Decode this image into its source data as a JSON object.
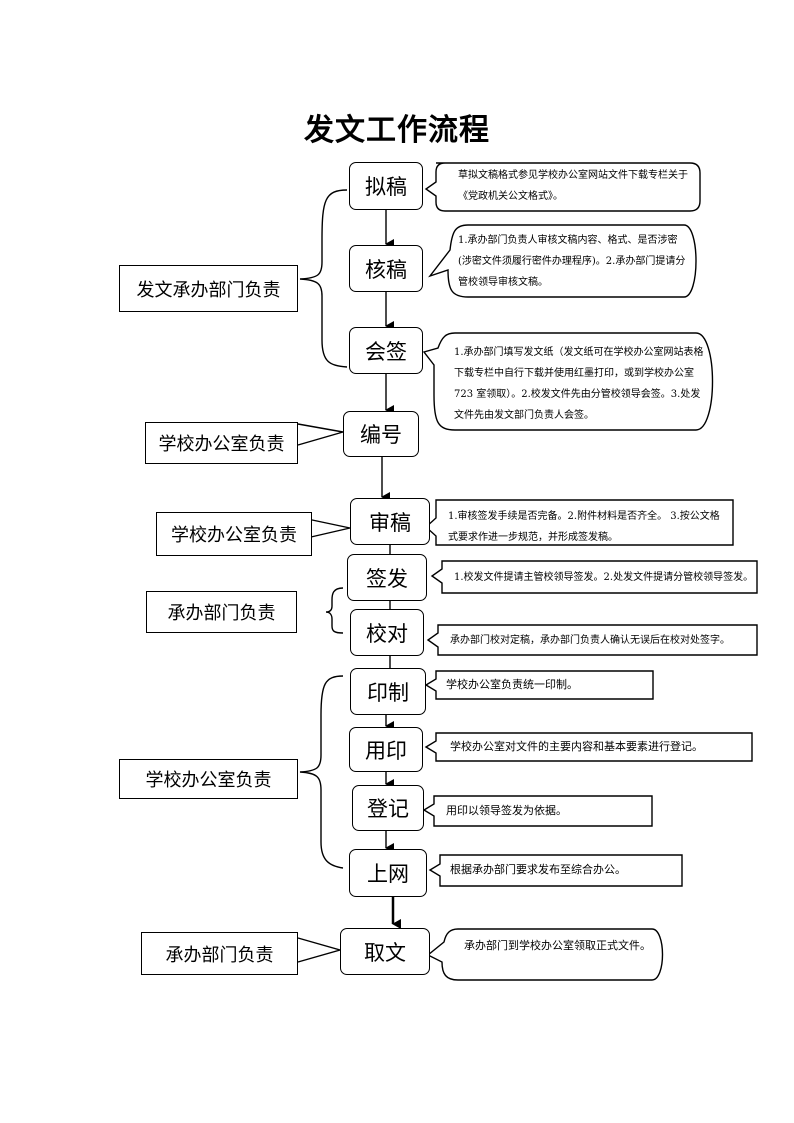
{
  "title": "发文工作流程",
  "steps": [
    "拟稿",
    "核稿",
    "会签",
    "编号",
    "审稿",
    "签发",
    "校对",
    "印制",
    "用印",
    "登记",
    "上网",
    "取文"
  ],
  "roles": {
    "r1": "发文承办部门负责",
    "r2": "学校办公室负责",
    "r3": "学校办公室负责",
    "r4": "承办部门负责",
    "r5": "学校办公室负责",
    "r6": "承办部门负责"
  },
  "notes": {
    "n1": "草拟文稿格式参见学校办公室网站文件下载专栏关于《党政机关公文格式》。",
    "n2": "1.承办部门负责人审核文稿内容、格式、是否涉密(涉密文件须履行密件办理程序)。2.承办部门提请分管校领导审核文稿。",
    "n3": "1.承办部门填写发文纸（发文纸可在学校办公室网站表格下载专栏中自行下载并使用红墨打印，或到学校办公室 723 室领取）。2.校发文件先由分管校领导会签。3.处发文件先由发文部门负责人会签。",
    "n4": "1.审核签发手续是否完备。2.附件材料是否齐全。 3.按公文格式要求作进一步规范，并形成签发稿。",
    "n5": "1.校发文件提请主管校领导签发。2.处发文件提请分管校领导签发。",
    "n6": "承办部门校对定稿，承办部门负责人确认无误后在校对处签字。",
    "n7": "学校办公室负责统一印制。",
    "n8": "学校办公室对文件的主要内容和基本要素进行登记。",
    "n9": "用印以领导签发为依据。",
    "n10": "根据承办部门要求发布至综合办公。",
    "n11": "承办部门到学校办公室领取正式文件。"
  }
}
